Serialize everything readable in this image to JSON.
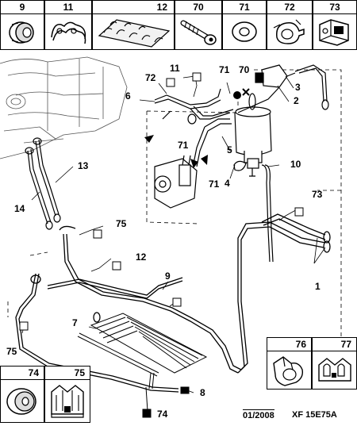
{
  "top_parts": [
    {
      "num": "9",
      "icon": "grommet-icon"
    },
    {
      "num": "11",
      "icon": "pipe-clip-icon"
    },
    {
      "num": "12",
      "icon": "clip-strip-icon"
    },
    {
      "num": "70",
      "icon": "screw-icon"
    },
    {
      "num": "71",
      "icon": "washer-icon"
    },
    {
      "num": "72",
      "icon": "hose-clip-icon"
    },
    {
      "num": "73",
      "icon": "bracket-clip-icon"
    }
  ],
  "callouts": {
    "c1": "1",
    "c2": "2",
    "c3": "3",
    "c4": "4",
    "c5": "5",
    "c6": "6",
    "c7": "7",
    "c8": "8",
    "c9": "9",
    "c10": "10",
    "c11": "11",
    "c12": "12",
    "c13": "13",
    "c14": "14",
    "c70": "70",
    "c71a": "71",
    "c71b": "71",
    "c71c": "71",
    "c72": "72",
    "c73": "73",
    "c74": "74",
    "c75a": "75",
    "c75b": "75"
  },
  "side_parts": [
    {
      "num": "76",
      "icon": "clip-76-icon"
    },
    {
      "num": "77",
      "icon": "clip-77-icon"
    }
  ],
  "bottom_parts": [
    {
      "num": "74",
      "icon": "grommet-74-icon"
    },
    {
      "num": "75",
      "icon": "clip-75-icon"
    }
  ],
  "footer": {
    "date": "01/2008",
    "ref": "XF 15E75A"
  }
}
